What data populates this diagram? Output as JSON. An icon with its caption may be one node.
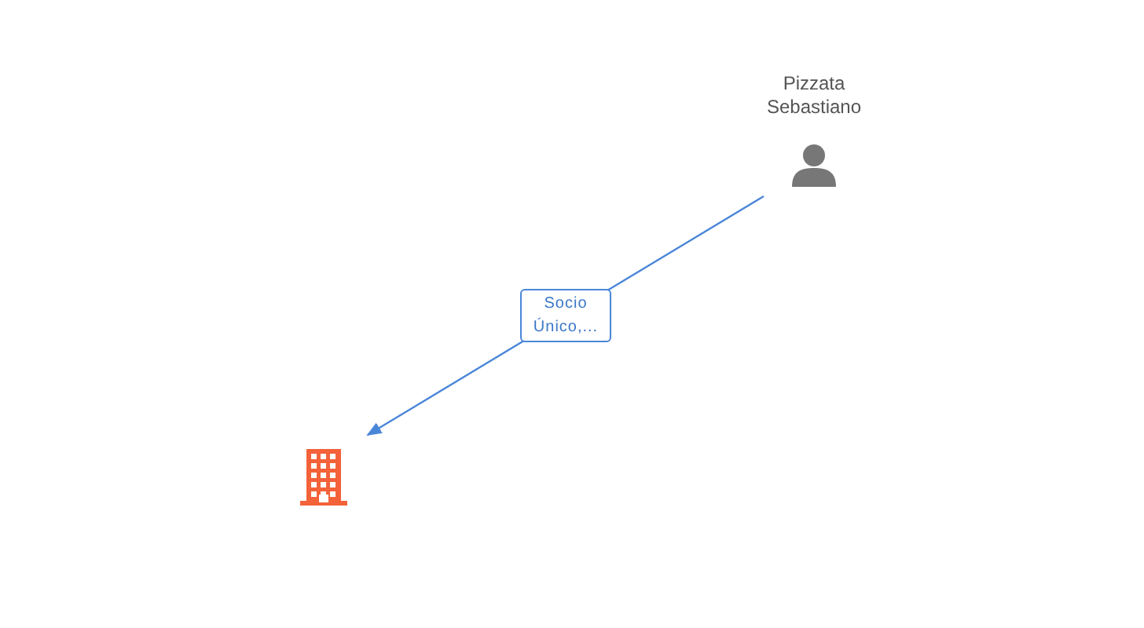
{
  "diagram": {
    "nodes": [
      {
        "text": [
          "Pizzata Sebastiano"
        ]
      },
      {
        "text": [],
        "shape": "building"
      }
    ],
    "edges": [
      {
        "from": 0,
        "to": 1,
        "arrow": "to",
        "label": "Socio Único,..."
      }
    ]
  }
}
